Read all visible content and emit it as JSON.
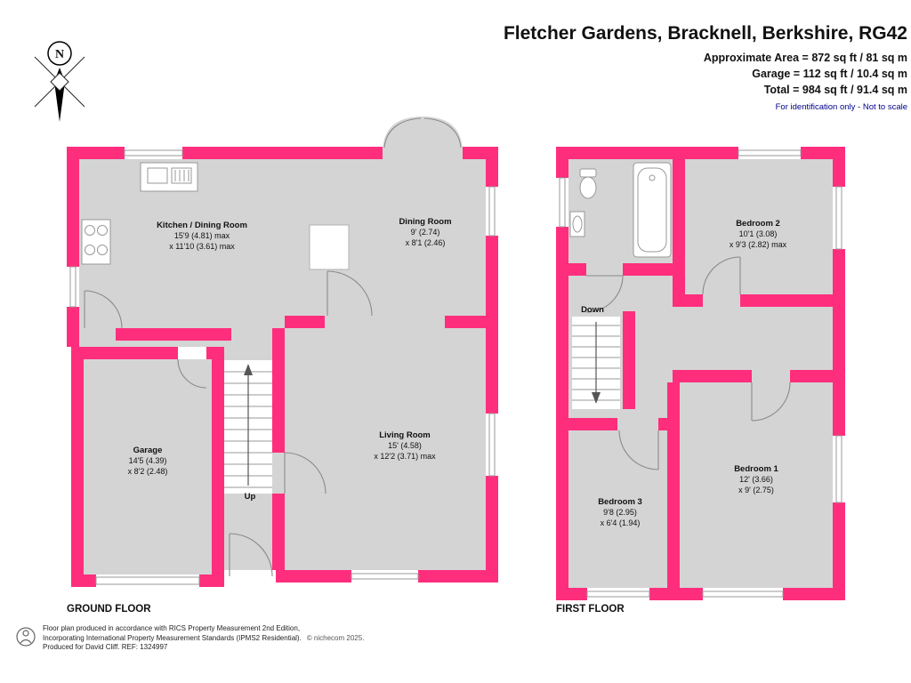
{
  "header": {
    "title": "Fletcher Gardens, Bracknell, Berkshire, RG42",
    "area_line1": "Approximate Area = 872 sq ft / 81 sq m",
    "area_line2": "Garage = 112 sq ft / 10.4 sq m",
    "area_line3": "Total = 984 sq ft / 91.4 sq m",
    "disclaimer": "For identification only - Not to scale"
  },
  "compass": {
    "north_label": "N"
  },
  "ground_floor": {
    "label": "GROUND FLOOR",
    "stairs_label": "Up",
    "rooms": {
      "kitchen": {
        "name": "Kitchen / Dining Room",
        "dim1": "15'9 (4.81) max",
        "dim2": "x 11'10 (3.61) max"
      },
      "dining": {
        "name": "Dining Room",
        "dim1": "9' (2.74)",
        "dim2": "x 8'1 (2.46)"
      },
      "living": {
        "name": "Living Room",
        "dim1": "15' (4.58)",
        "dim2": "x 12'2 (3.71) max"
      },
      "garage": {
        "name": "Garage",
        "dim1": "14'5 (4.39)",
        "dim2": "x 8'2 (2.48)"
      }
    }
  },
  "first_floor": {
    "label": "FIRST FLOOR",
    "stairs_label": "Down",
    "rooms": {
      "bedroom2": {
        "name": "Bedroom 2",
        "dim1": "10'1 (3.08)",
        "dim2": "x 9'3 (2.82) max"
      },
      "bedroom1": {
        "name": "Bedroom 1",
        "dim1": "12' (3.66)",
        "dim2": "x 9' (2.75)"
      },
      "bedroom3": {
        "name": "Bedroom 3",
        "dim1": "9'8 (2.95)",
        "dim2": "x 6'4 (1.94)"
      }
    }
  },
  "footer": {
    "line1": "Floor plan produced in accordance with RICS Property Measurement 2nd Edition,",
    "line2": "Incorporating International Property Measurement Standards (IPMS2 Residential).",
    "copyright": "© nichecom 2025.",
    "line3": "Produced for David Cliff.  REF: 1324997"
  },
  "colors": {
    "wall_pink": "#FF2E7D",
    "floor_gray": "#D4D4D4",
    "disclaimer_navy": "#00008B"
  }
}
